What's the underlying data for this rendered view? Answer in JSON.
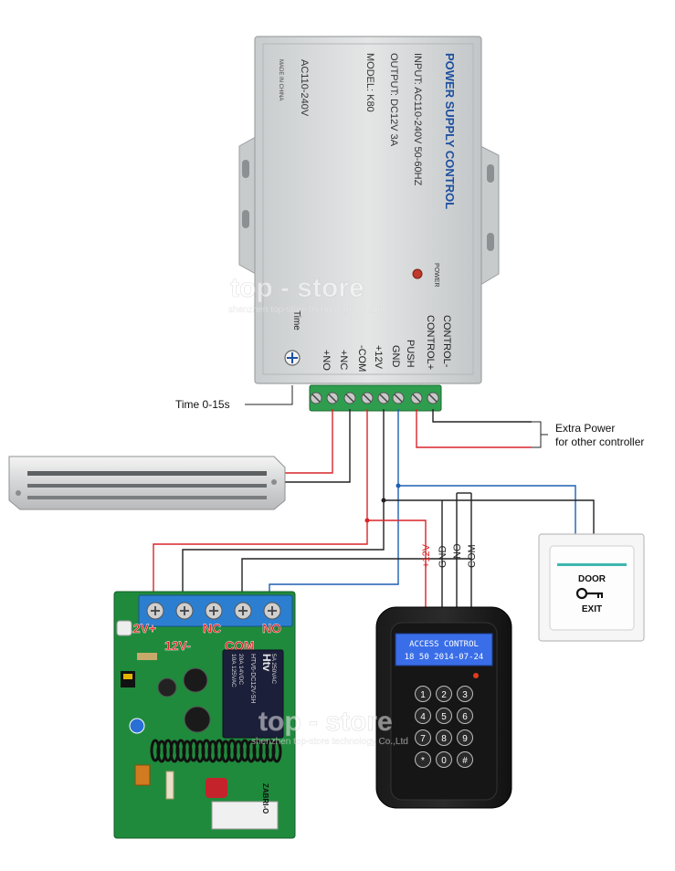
{
  "psu": {
    "title": "POWER SUPPLY CONTROL",
    "input": "INPUT: AC110-240V  50-60HZ",
    "output": "OUTPUT: DC12V  3A",
    "model": "MODEL: K80",
    "ac": "AC110-240V",
    "made_in": "MADE IN CHINA",
    "power_label": "POWER",
    "time_label": "Time",
    "terminals": [
      "CONTROL-",
      "CONTROL+",
      "PUSH",
      "GND",
      "+12V",
      "-COM",
      "+NC",
      "+NO"
    ]
  },
  "watermark": {
    "brand": "top - store",
    "company": "shenzhen top-store technology Co.,Ltd"
  },
  "callouts": {
    "time": "Time 0-15s",
    "extra_power_line1": "Extra Power",
    "extra_power_line2": "for other controller"
  },
  "wire_labels": [
    "+12V",
    "GND",
    "NO",
    "COM"
  ],
  "relay_board": {
    "terminals": [
      "12V+",
      "12V-",
      "NC",
      "COM",
      "NO"
    ],
    "relay_text": [
      "HTV6-DC12V-SH",
      "20A 14VDC",
      "10A 125VAC",
      "5A 250VAC"
    ],
    "chip_label": "ZABRI-O",
    "relay_logo": "Htv"
  },
  "access_control": {
    "display_line1": "ACCESS CONTROL",
    "display_line2": "18 50  2014-07-24",
    "keys": [
      "1",
      "2",
      "3",
      "4",
      "5",
      "6",
      "7",
      "8",
      "9",
      "*",
      "0",
      "#"
    ]
  },
  "exit_button": {
    "label_top": "DOOR",
    "label_bottom": "EXIT"
  },
  "colors": {
    "red_wire": "#d9252a",
    "blue_wire": "#1e5fb4",
    "black_wire": "#222222",
    "terminal_green": "#2e9e4e",
    "pcb_green": "#1f8a3c"
  }
}
